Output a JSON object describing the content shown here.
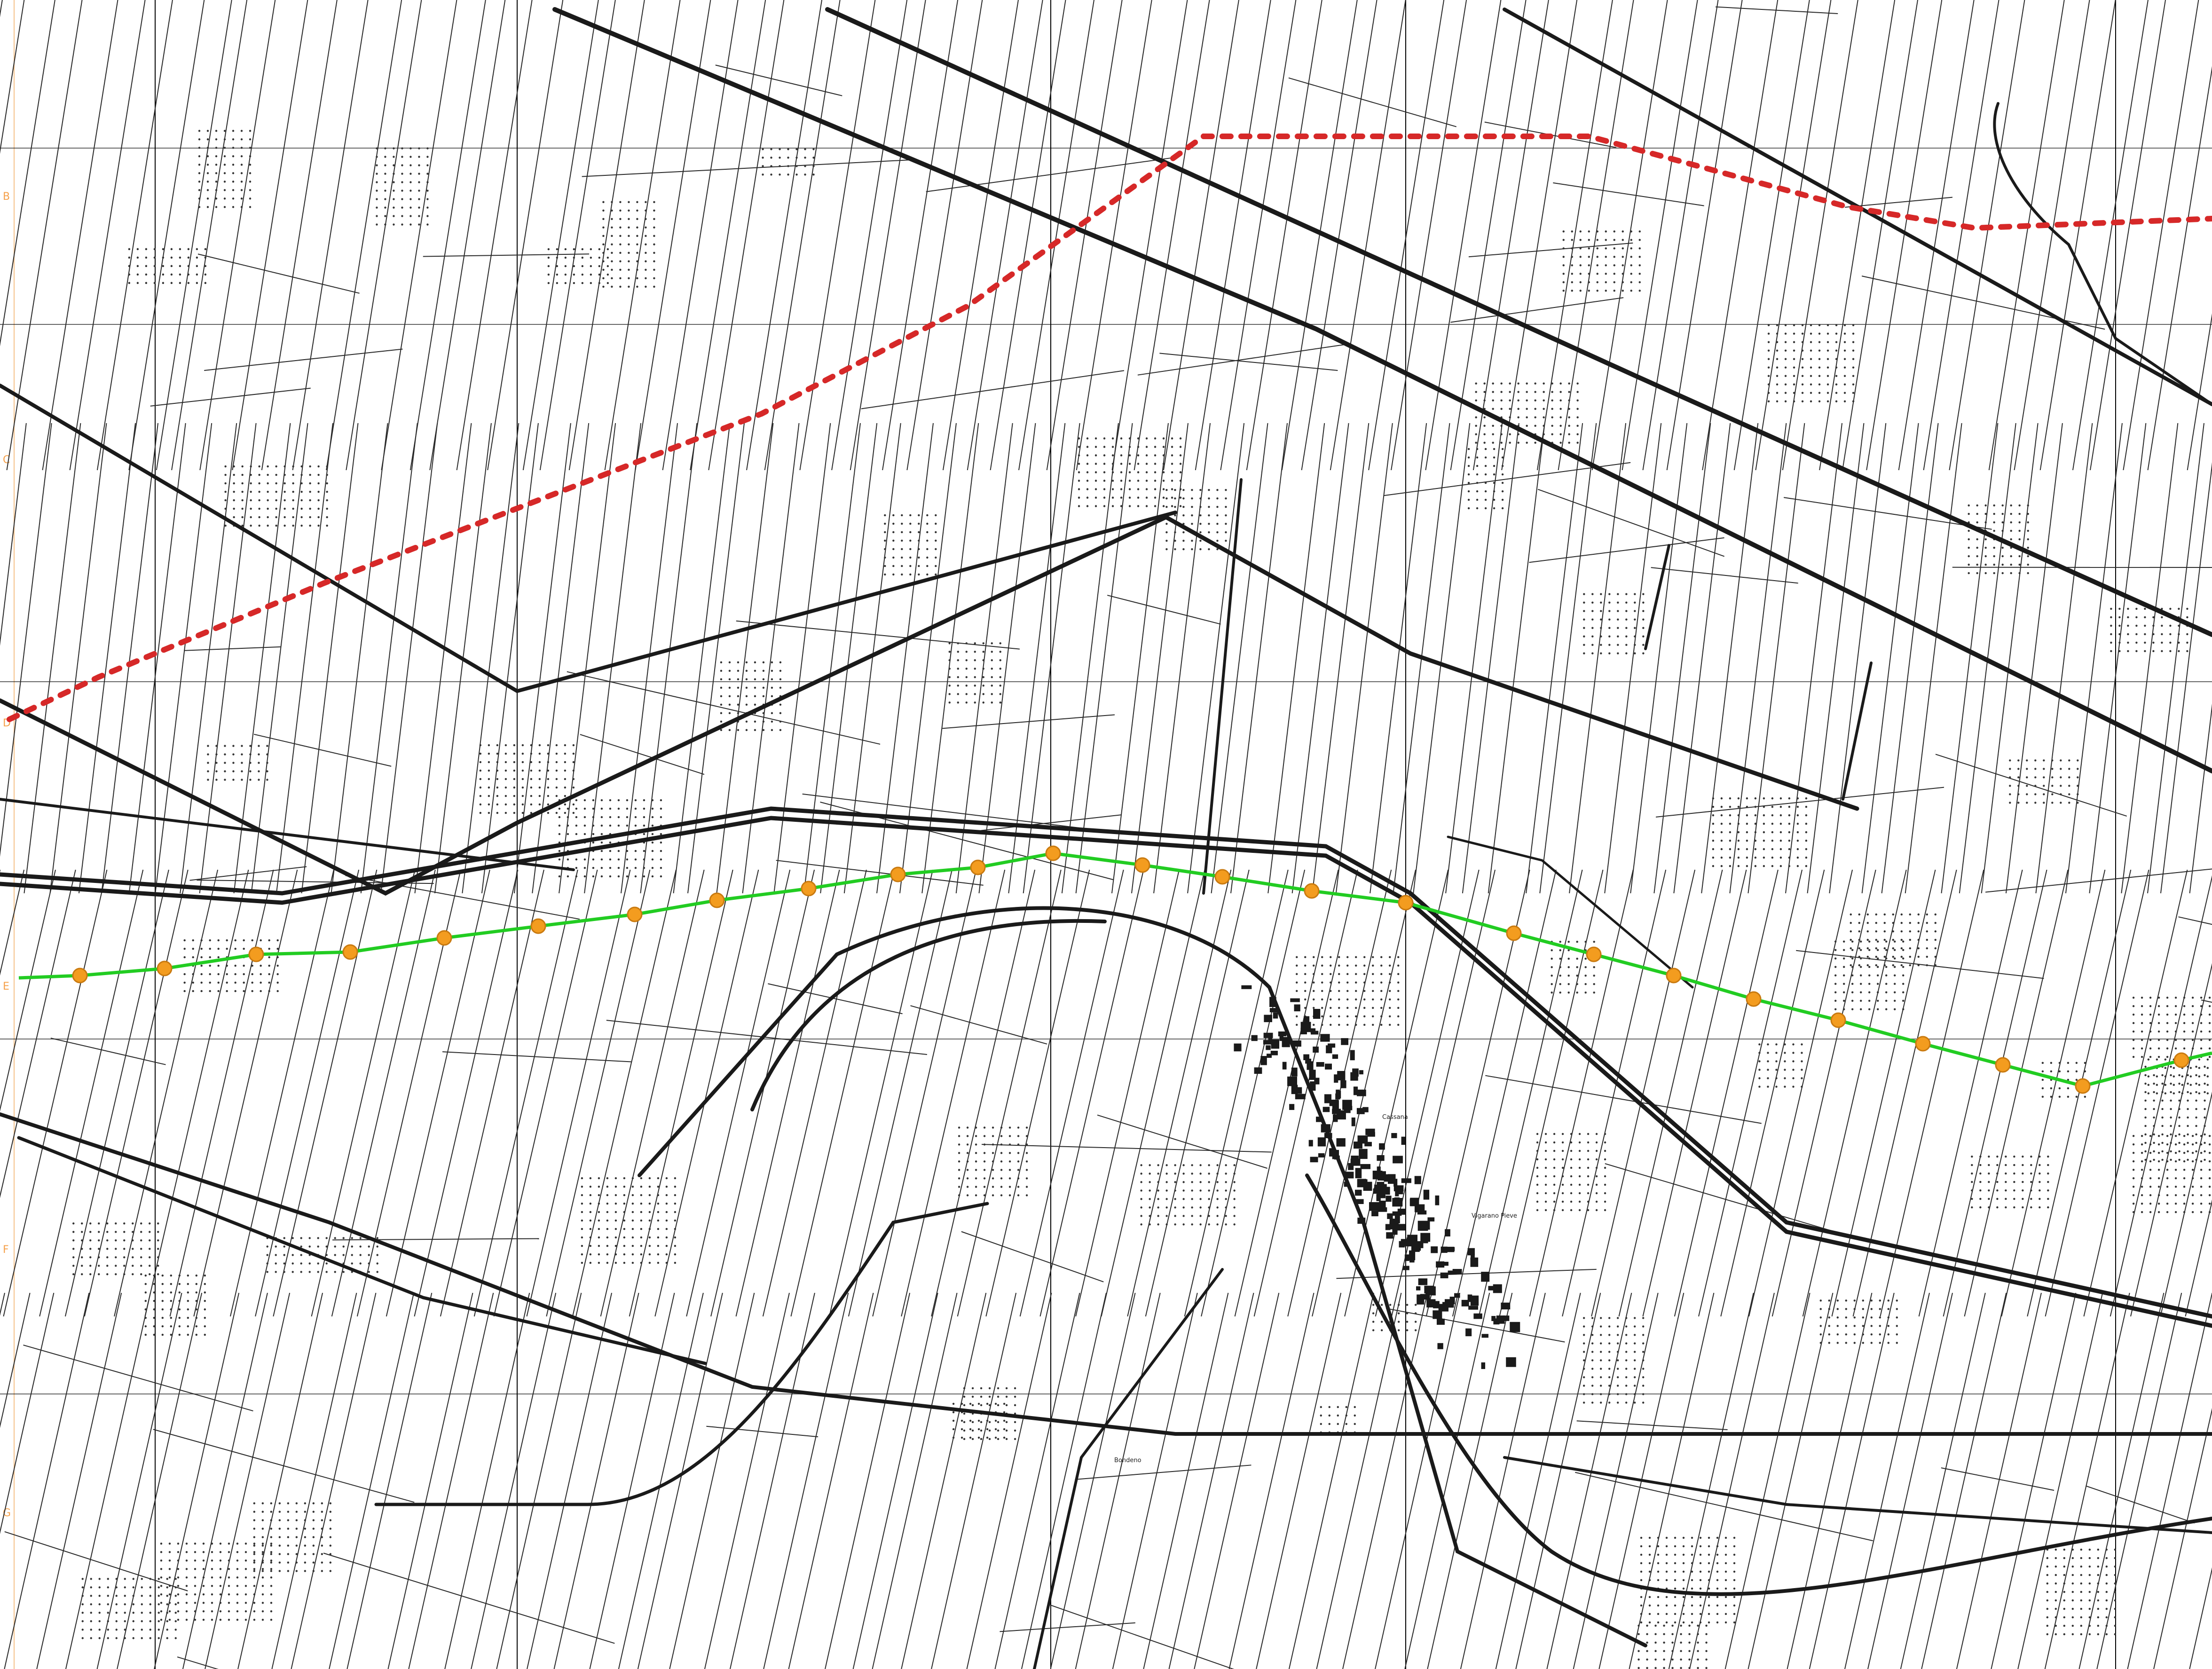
{
  "map": {
    "title": "",
    "sheet_letters": [
      "B",
      "C",
      "D",
      "E",
      "F",
      "G"
    ],
    "routes": [
      {
        "name": "",
        "style": "dashed",
        "color": "#d62828"
      },
      {
        "name": "",
        "style": "solid-with-markers",
        "color": "#22cc22",
        "marker_color": "#f39c1f"
      }
    ],
    "place_labels": [
      "Vigarano Pieve",
      "Cassana",
      "Bondeno"
    ],
    "colors": {
      "background": "#ffffff",
      "linework": "#1a1a1a",
      "sheet_letter": "#f5a04a"
    }
  }
}
